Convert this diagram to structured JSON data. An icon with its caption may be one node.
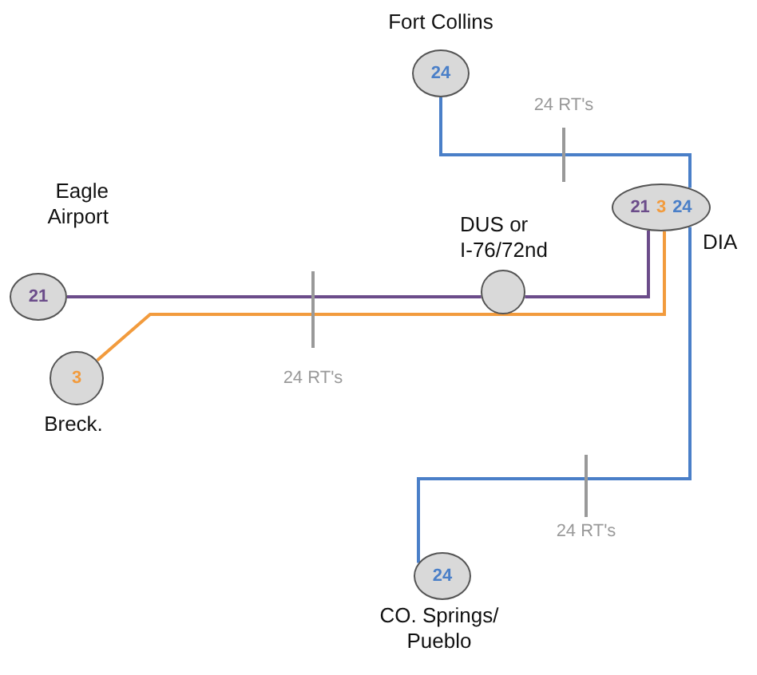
{
  "diagram": {
    "nodes": [
      {
        "text": [
          "24"
        ],
        "beside": [
          "Fort Collins"
        ]
      },
      {
        "text": [
          "21",
          "3",
          "24"
        ],
        "beside": [
          "DIA"
        ]
      },
      {
        "text": [
          "21"
        ],
        "beside": [
          "Eagle Airport"
        ]
      },
      {
        "text": [],
        "shape": "circle",
        "beside": [
          "DUS or I-76/72nd"
        ]
      },
      {
        "text": [
          "3"
        ],
        "beside": [
          "Breck."
        ]
      },
      {
        "text": [
          "24"
        ],
        "beside": [
          "CO. Springs/ Pueblo"
        ]
      }
    ],
    "edges": [
      {
        "from": 0,
        "to": 1,
        "arrow": "none",
        "color": "#4a7fc8"
      },
      {
        "from": 2,
        "to": 3,
        "arrow": "none",
        "color": "#6b4c8a"
      },
      {
        "from": 3,
        "to": 1,
        "arrow": "none",
        "color": "#6b4c8a"
      },
      {
        "from": 4,
        "to": 3,
        "arrow": "none",
        "color": "#f29b3d"
      },
      {
        "from": 3,
        "to": 1,
        "arrow": "none",
        "color": "#f29b3d"
      },
      {
        "from": 1,
        "to": 5,
        "arrow": "none",
        "color": "#4a7fc8"
      }
    ],
    "labels": [
      "24 RT's",
      "24 RT's",
      "24 RT's"
    ]
  }
}
